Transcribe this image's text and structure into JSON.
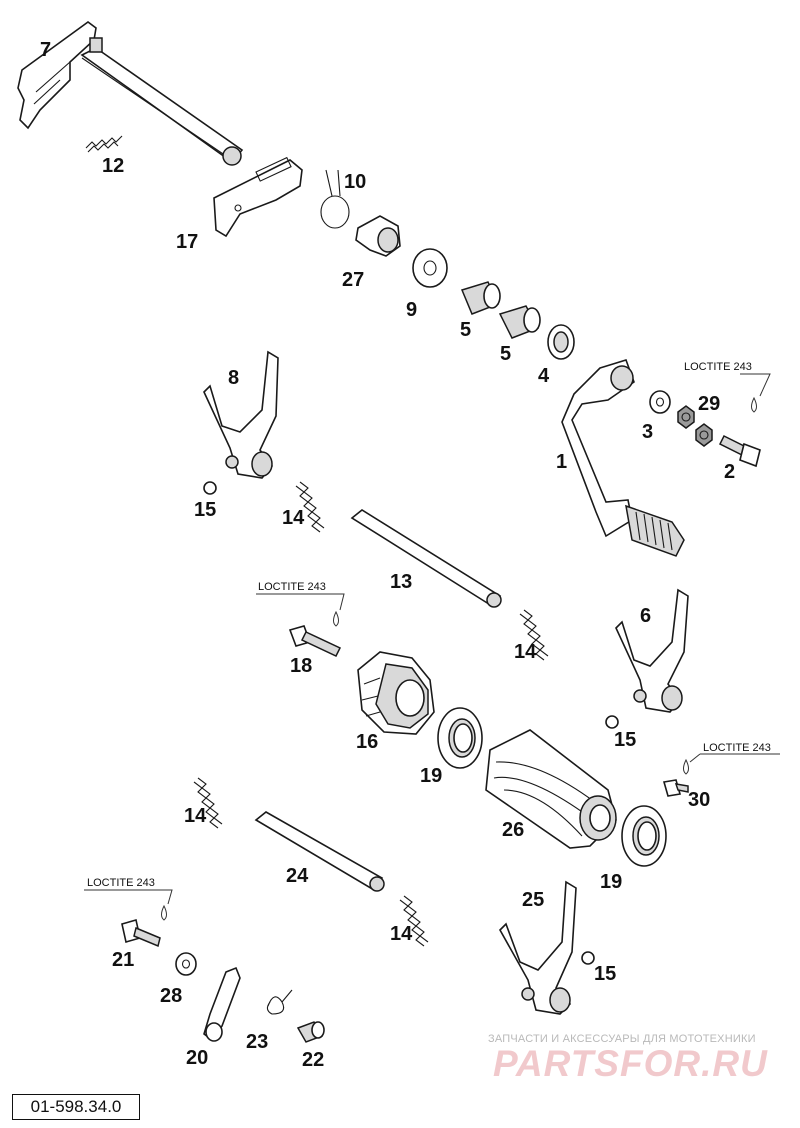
{
  "document_code": "01-598.34.0",
  "loctite_label": "LOCTITE 243",
  "watermark": {
    "tagline": "ЗАПЧАСТИ И АКСЕССУАРЫ ДЛЯ МОТОТЕХНИКИ",
    "logo": "PARTSFOR.RU"
  },
  "callouts": {
    "c1": "1",
    "c2": "2",
    "c3": "3",
    "c4": "4",
    "c5a": "5",
    "c5b": "5",
    "c6": "6",
    "c7": "7",
    "c8": "8",
    "c9": "9",
    "c10": "10",
    "c12": "12",
    "c13": "13",
    "c14a": "14",
    "c14b": "14",
    "c14c": "14",
    "c14d": "14",
    "c15a": "15",
    "c15b": "15",
    "c15c": "15",
    "c16": "16",
    "c17": "17",
    "c18": "18",
    "c19a": "19",
    "c19b": "19",
    "c20": "20",
    "c21": "21",
    "c22": "22",
    "c23": "23",
    "c24": "24",
    "c25": "25",
    "c26": "26",
    "c27": "27",
    "c28": "28",
    "c29": "29",
    "c30": "30"
  }
}
